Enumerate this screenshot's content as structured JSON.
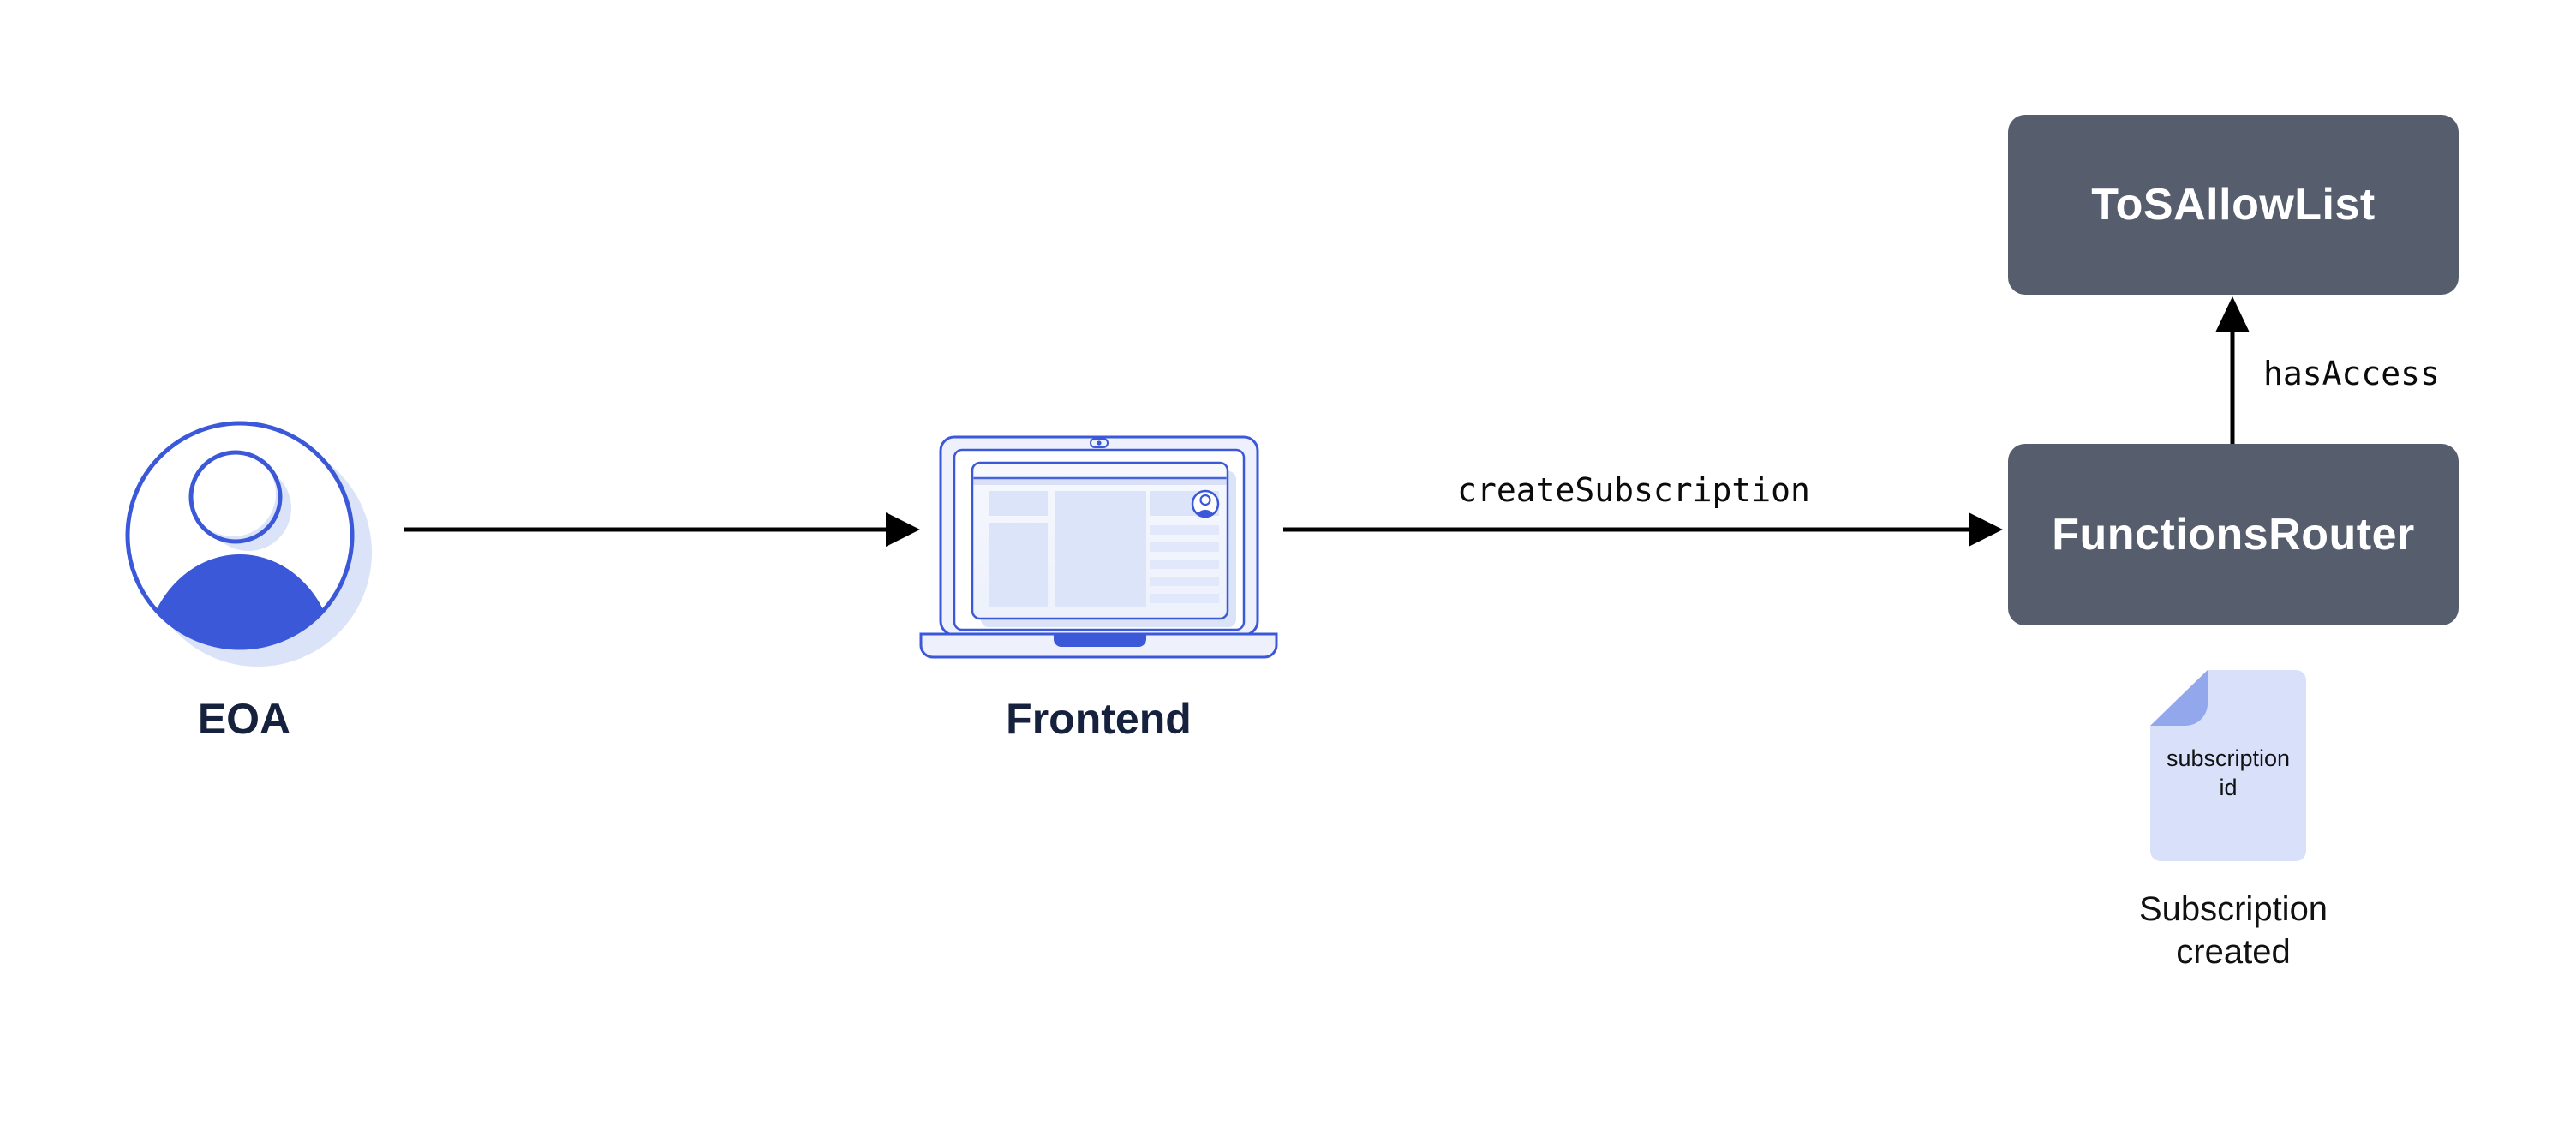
{
  "page": {
    "background": "#ffffff"
  },
  "colors": {
    "accent-blue": "#3b58d8",
    "light-blue-fill": "#dbe3f8",
    "pale-fill": "#eef1fb",
    "doc-fill": "#d9e1fa",
    "doc-fold": "#93a7ec",
    "block-fill": "#dce4f9",
    "bar-fill": "#e2e8fb",
    "node-box": "#565e6e",
    "node-box-text": "#ffffff",
    "label-navy": "#16213d",
    "edge-black": "#0b0b0b"
  },
  "nodes": {
    "eoa": {
      "label": "EOA",
      "icon": "user-avatar-icon"
    },
    "frontend": {
      "label": "Frontend",
      "icon": "laptop-icon"
    },
    "functions_router": {
      "label": "FunctionsRouter"
    },
    "tos_allow_list": {
      "label": "ToSAllowList"
    }
  },
  "edges": {
    "frontend_to_functions_router": {
      "label": "createSubscription"
    },
    "functions_router_to_tos_allow_list": {
      "label": "hasAccess"
    }
  },
  "artifact": {
    "doc_line1": "subscription",
    "doc_line2": "id",
    "caption_line1": "Subscription",
    "caption_line2": "created"
  }
}
